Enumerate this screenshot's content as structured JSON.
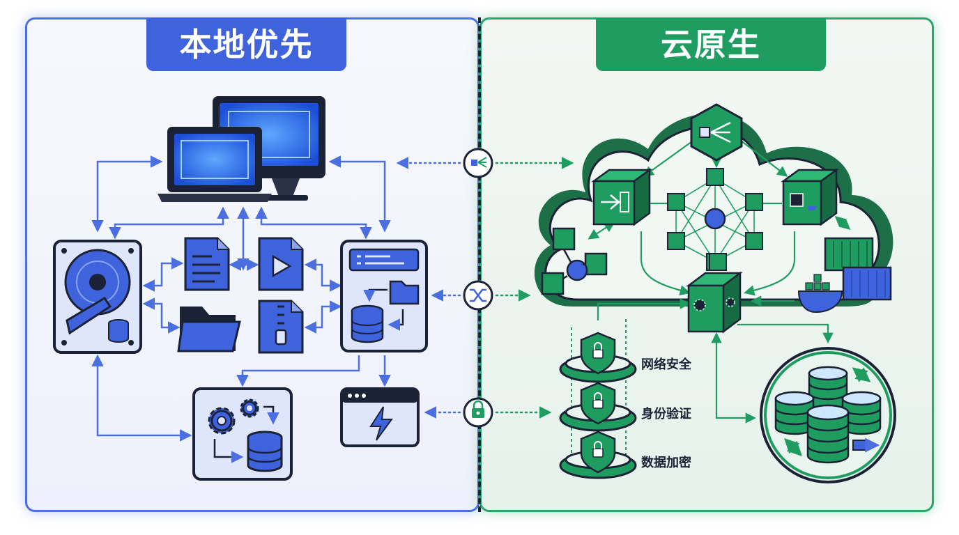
{
  "left": {
    "title": "本地优先",
    "accent": "#3f63dc"
  },
  "right": {
    "title": "云原生",
    "accent": "#1f9d61",
    "security_labels": [
      "网络安全",
      "身份验证",
      "数据加密"
    ]
  },
  "icons": {
    "left": [
      "laptop-icon",
      "desktop-monitor-icon",
      "hard-drive-icon",
      "document-icon",
      "video-file-icon",
      "folder-icon",
      "zip-file-icon",
      "local-server-icon",
      "gear-database-icon",
      "fast-app-icon"
    ],
    "bridge": [
      "sync-node-icon",
      "shuffle-icon",
      "lock-link-icon"
    ],
    "right": [
      "cloud-icon",
      "load-balancer-icon",
      "service-cube-icon",
      "mesh-network-icon",
      "chip-container-icon",
      "container-stack-icon",
      "docker-whale-icon",
      "core-cube-icon",
      "shield-lock-icon",
      "database-cluster-icon"
    ]
  }
}
